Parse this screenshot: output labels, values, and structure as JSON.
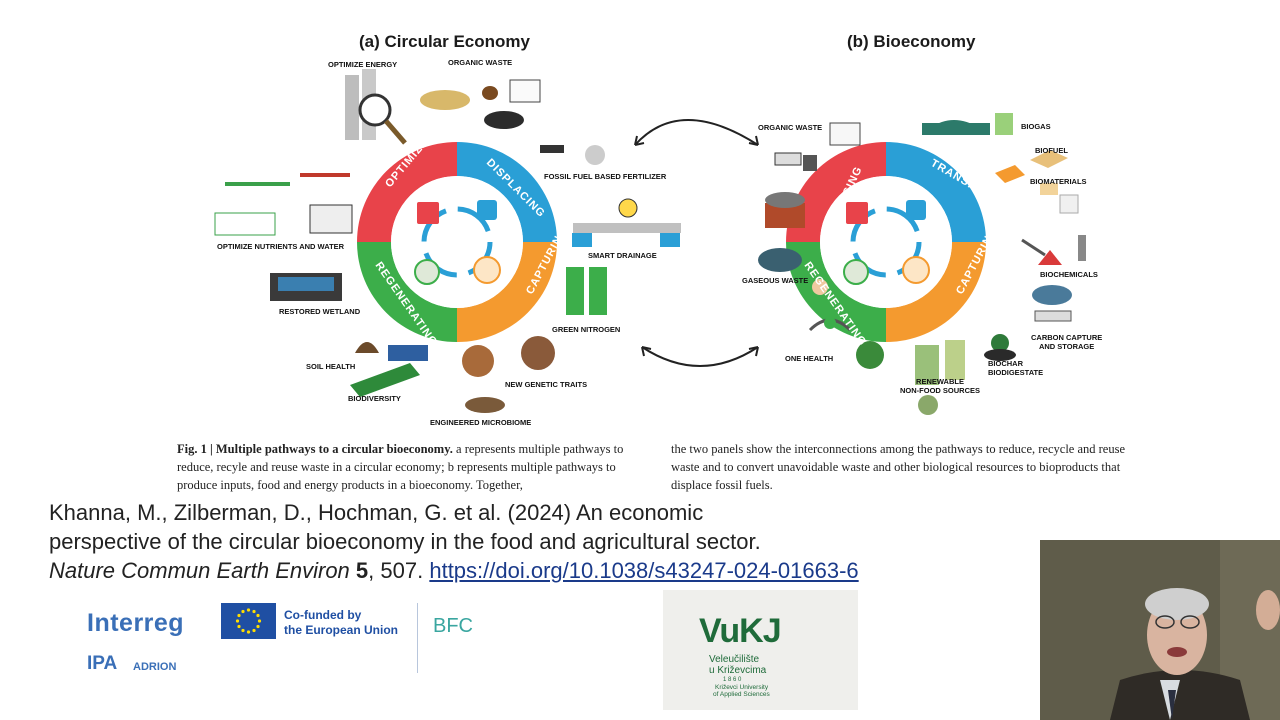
{
  "figure": {
    "panel_a_title": "(a) Circular Economy",
    "panel_b_title": "(b) Bioeconomy",
    "panel_a": {
      "ring": [
        "OPTIMIZING",
        "DISPLACING",
        "CAPTURING",
        "REGENERATING"
      ],
      "labels": {
        "optimize_energy": "OPTIMIZE ENERGY",
        "organic_waste": "ORGANIC WASTE",
        "fossil_fertilizer": "FOSSIL FUEL BASED FERTILIZER",
        "optimize_nutrients": "OPTIMIZE NUTRIENTS AND WATER",
        "smart_drainage": "SMART DRAINAGE",
        "restored_wetland": "RESTORED WETLAND",
        "green_nitrogen": "GREEN NITROGEN",
        "soil_health": "SOIL HEALTH",
        "new_genetic": "NEW GENETIC TRAITS",
        "biodiversity": "BIODIVERSITY",
        "engineered_microbiome": "ENGINEERED MICROBIOME"
      }
    },
    "panel_b": {
      "ring": [
        "REUSING",
        "TRANSFORMING",
        "CAPTURING",
        "REGENERATING"
      ],
      "labels": {
        "organic_waste": "ORGANIC WASTE",
        "biogas": "BIOGAS",
        "biofuel": "BIOFUEL",
        "biomaterials": "BIOMATERIALS",
        "gaseous_waste": "GASEOUS WASTE",
        "biochemicals": "BIOCHEMICALS",
        "carbon_capture": "CARBON CAPTURE\nAND STORAGE",
        "one_health": "ONE HEALTH",
        "biochar": "BIOCHAR\nBIODIGESTATE",
        "renewable": "RENEWABLE\nNON-FOOD SOURCES"
      }
    },
    "caption_left_bold": "Fig. 1 | Multiple pathways to a circular bioeconomy.",
    "caption_left_rest": " a represents multiple pathways to reduce, recyle and reuse waste in a circular economy; b represents multiple pathways to produce inputs, food and energy products in a bioeconomy. Together,",
    "caption_right": "the two panels show the interconnections among the pathways to reduce, recycle and reuse waste and to convert unavoidable waste and other biological resources to bioproducts that displace fossil fuels."
  },
  "reference": {
    "line1": "Khanna, M., Zilberman, D., Hochman, G. et al. (2024) An economic",
    "line2": "perspective of the circular bioeconomy in the food and agricultural sector.",
    "journal": "Nature Commun Earth Environ",
    "volume": "5",
    "pages": ", 507.",
    "doi": "https://doi.org/10.1038/s43247-024-01663-6"
  },
  "logos": {
    "interreg": "Interreg",
    "ipa": "IPA",
    "adrion": "ADRION",
    "cofunded_line1": "Co-funded by",
    "cofunded_line2": "the European Union",
    "bfc": "BFC",
    "vukj": "VuKJ",
    "vukj_line1": "Veleučilište",
    "vukj_line2": "u Križevcima",
    "vukj_year": "1 8 6 0",
    "vukj_line3": "Križevci University",
    "vukj_line4": "of Applied Sciences"
  },
  "colors": {
    "red": "#e8434a",
    "blue": "#2a9fd6",
    "orange": "#f49a2f",
    "green": "#3cae4a",
    "link": "#1a3a8a",
    "interreg_blue": "#3a6fb7",
    "vukj_green": "#1f6b3a"
  }
}
